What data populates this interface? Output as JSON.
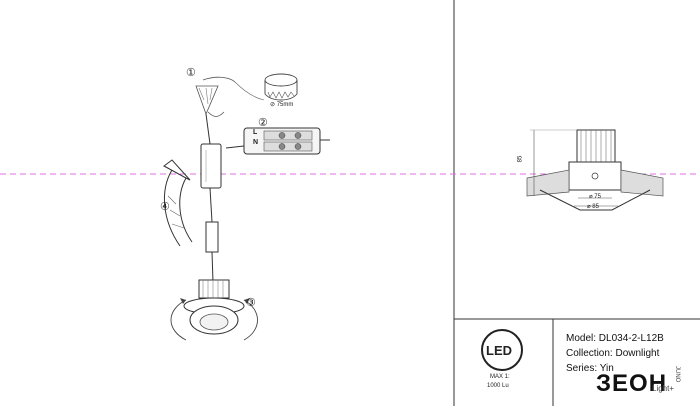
{
  "steps": {
    "step1": "①",
    "step2": "②",
    "step3": "③",
    "step4": "④"
  },
  "cutout_label": "⊘ 75mm",
  "terminal": {
    "l": "L",
    "n": "N"
  },
  "dimensions": {
    "height": "85",
    "cutout": "⌀ 75",
    "outer": "⌀ 85"
  },
  "badge": {
    "led": "LED",
    "max": "MAX 1:",
    "lumen": "1000 Lu"
  },
  "info": {
    "model": "Model: DL034-2-L12B",
    "collection": "Collection: Downlight",
    "series": "Series: Yin"
  },
  "logo": {
    "brand": "ЗЕОН",
    "sub": "Light+",
    "side": "JUNO"
  },
  "colors": {
    "line": "#333333",
    "dash": "#e070e0"
  }
}
